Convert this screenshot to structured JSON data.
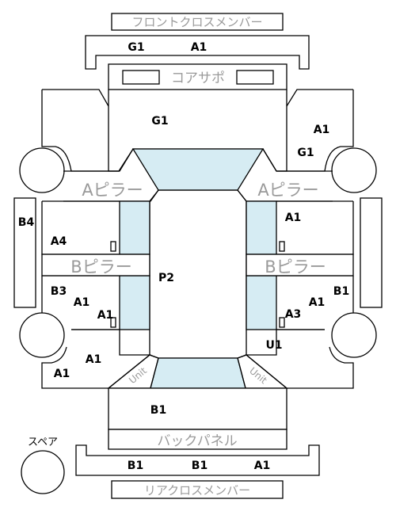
{
  "labels": {
    "front_cross_member": "フロントクロスメンバー",
    "core_support": "コアサポ",
    "a_pillar_left": "Aピラー",
    "a_pillar_right": "Aピラー",
    "b_pillar_left": "Bピラー",
    "b_pillar_right": "Bピラー",
    "back_panel": "バックパネル",
    "rear_cross_member": "リアクロスメンバー",
    "spare": "スペア",
    "unit_left": "Unit",
    "unit_right": "Unit"
  },
  "codes": {
    "front_g1": "G1",
    "front_a1": "A1",
    "hood_g1": "G1",
    "right_fender_a1": "A1",
    "right_fender_g1": "G1",
    "b4": "B4",
    "a4": "A4",
    "left_rear_door_b3": "B3",
    "left_rear_door_a1": "A1",
    "left_rear_door_a1_2": "A1",
    "right_front_door_a1": "A1",
    "right_rear_door_b1": "B1",
    "right_rear_door_a1": "A1",
    "right_rear_door_a3": "A3",
    "roof_p2": "P2",
    "left_quarter_a1": "A1",
    "left_quarter_a1_2": "A1",
    "right_quarter_u1": "U1",
    "trunk_b1": "B1",
    "rear_b1": "B1",
    "rear_b1_2": "B1",
    "rear_a1": "A1"
  },
  "colors": {
    "glass": "#d6ecf3",
    "line": "#000000",
    "muted_text": "#9a9a9a"
  }
}
